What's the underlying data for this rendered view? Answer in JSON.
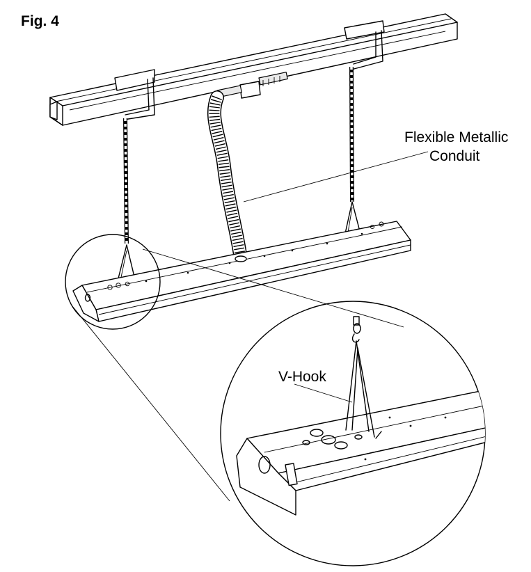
{
  "figure": {
    "title": "Fig. 4"
  },
  "callouts": {
    "conduit_line1": "Flexible Metallic",
    "conduit_line2": "Conduit",
    "hook": "V-Hook"
  }
}
